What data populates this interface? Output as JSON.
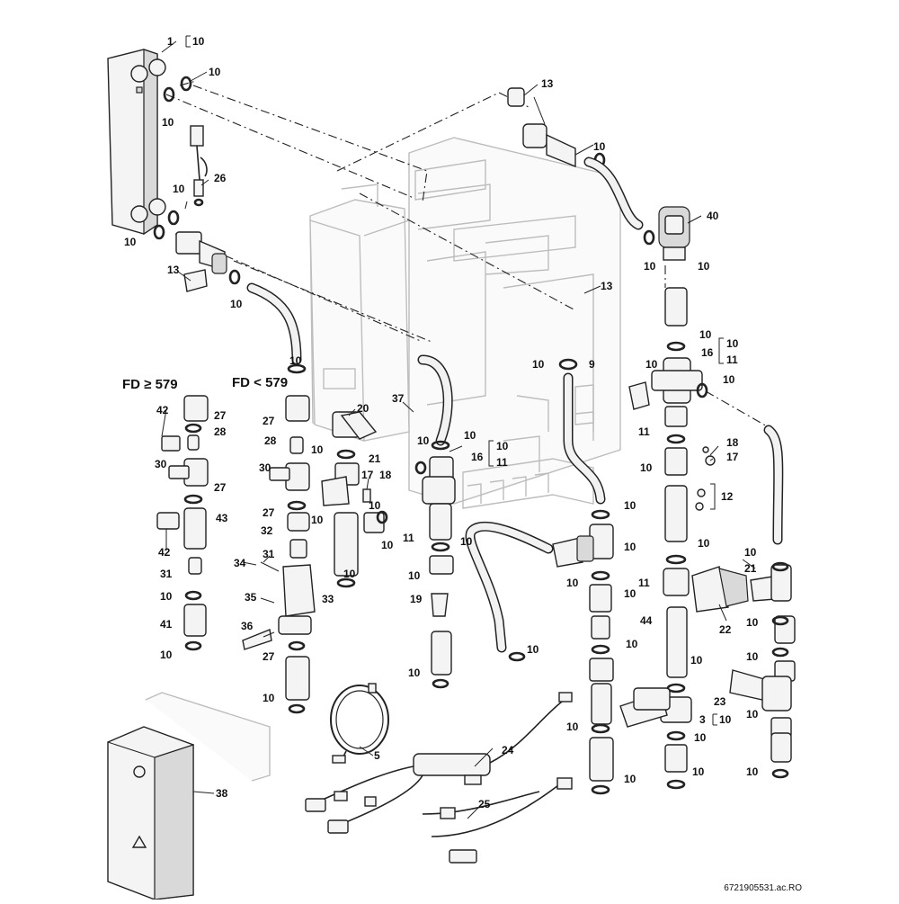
{
  "headings": {
    "fd_ge": "FD ≥ 579",
    "fd_lt": "FD < 579"
  },
  "document_code": "6721905531.ac.RO",
  "labels": {
    "l1": "1",
    "l1b": "10",
    "l2": "10",
    "l3": "10",
    "l4": "13",
    "l5": "10",
    "l6": "26",
    "l7": "10",
    "l8": "10",
    "l9": "13",
    "l10": "10",
    "l11": "40",
    "l12": "10",
    "l13": "10",
    "l14": "13",
    "l15": "10",
    "l16": "16",
    "l16a": "10",
    "l16b": "11",
    "l17": "10",
    "l18": "9",
    "l19": "10",
    "l20": "10",
    "l21": "10",
    "l22": "37",
    "l23": "20",
    "l24": "11",
    "l25": "18",
    "l26": "17",
    "l27": "10",
    "l28": "12",
    "l29": "10",
    "l30": "10",
    "l31": "21",
    "l32": "10",
    "l33": "22",
    "l34": "10",
    "l35": "23",
    "l36": "3",
    "l36b": "10",
    "l37": "10",
    "l38": "10",
    "l39": "44",
    "l40": "11",
    "l41": "10",
    "l42": "10",
    "l43": "10",
    "l44": "10",
    "l45": "10",
    "l46": "10",
    "l47": "10",
    "l48": "10",
    "l49": "10",
    "l50": "10",
    "l51": "10",
    "l52": "10",
    "l53": "16",
    "l53a": "10",
    "l53b": "11",
    "l54": "10",
    "l55": "10",
    "l56": "17",
    "l57": "18",
    "l58": "11",
    "l59": "10",
    "l60": "10",
    "l61": "19",
    "l62": "10",
    "l63": "10",
    "l64": "21",
    "l65": "10",
    "l66": "10",
    "l67": "27",
    "l68": "28",
    "l69": "30",
    "l70": "27",
    "l71": "32",
    "l72": "31",
    "l73": "34",
    "l74": "33",
    "l75": "35",
    "l76": "36",
    "l77": "27",
    "l78": "10",
    "l79": "42",
    "l80": "27",
    "l81": "28",
    "l82": "30",
    "l83": "27",
    "l84": "43",
    "l85": "42",
    "l86": "31",
    "l87": "10",
    "l88": "41",
    "l89": "10",
    "l90": "5",
    "l91": "24",
    "l92": "25",
    "l93": "38",
    "l94": "10"
  }
}
